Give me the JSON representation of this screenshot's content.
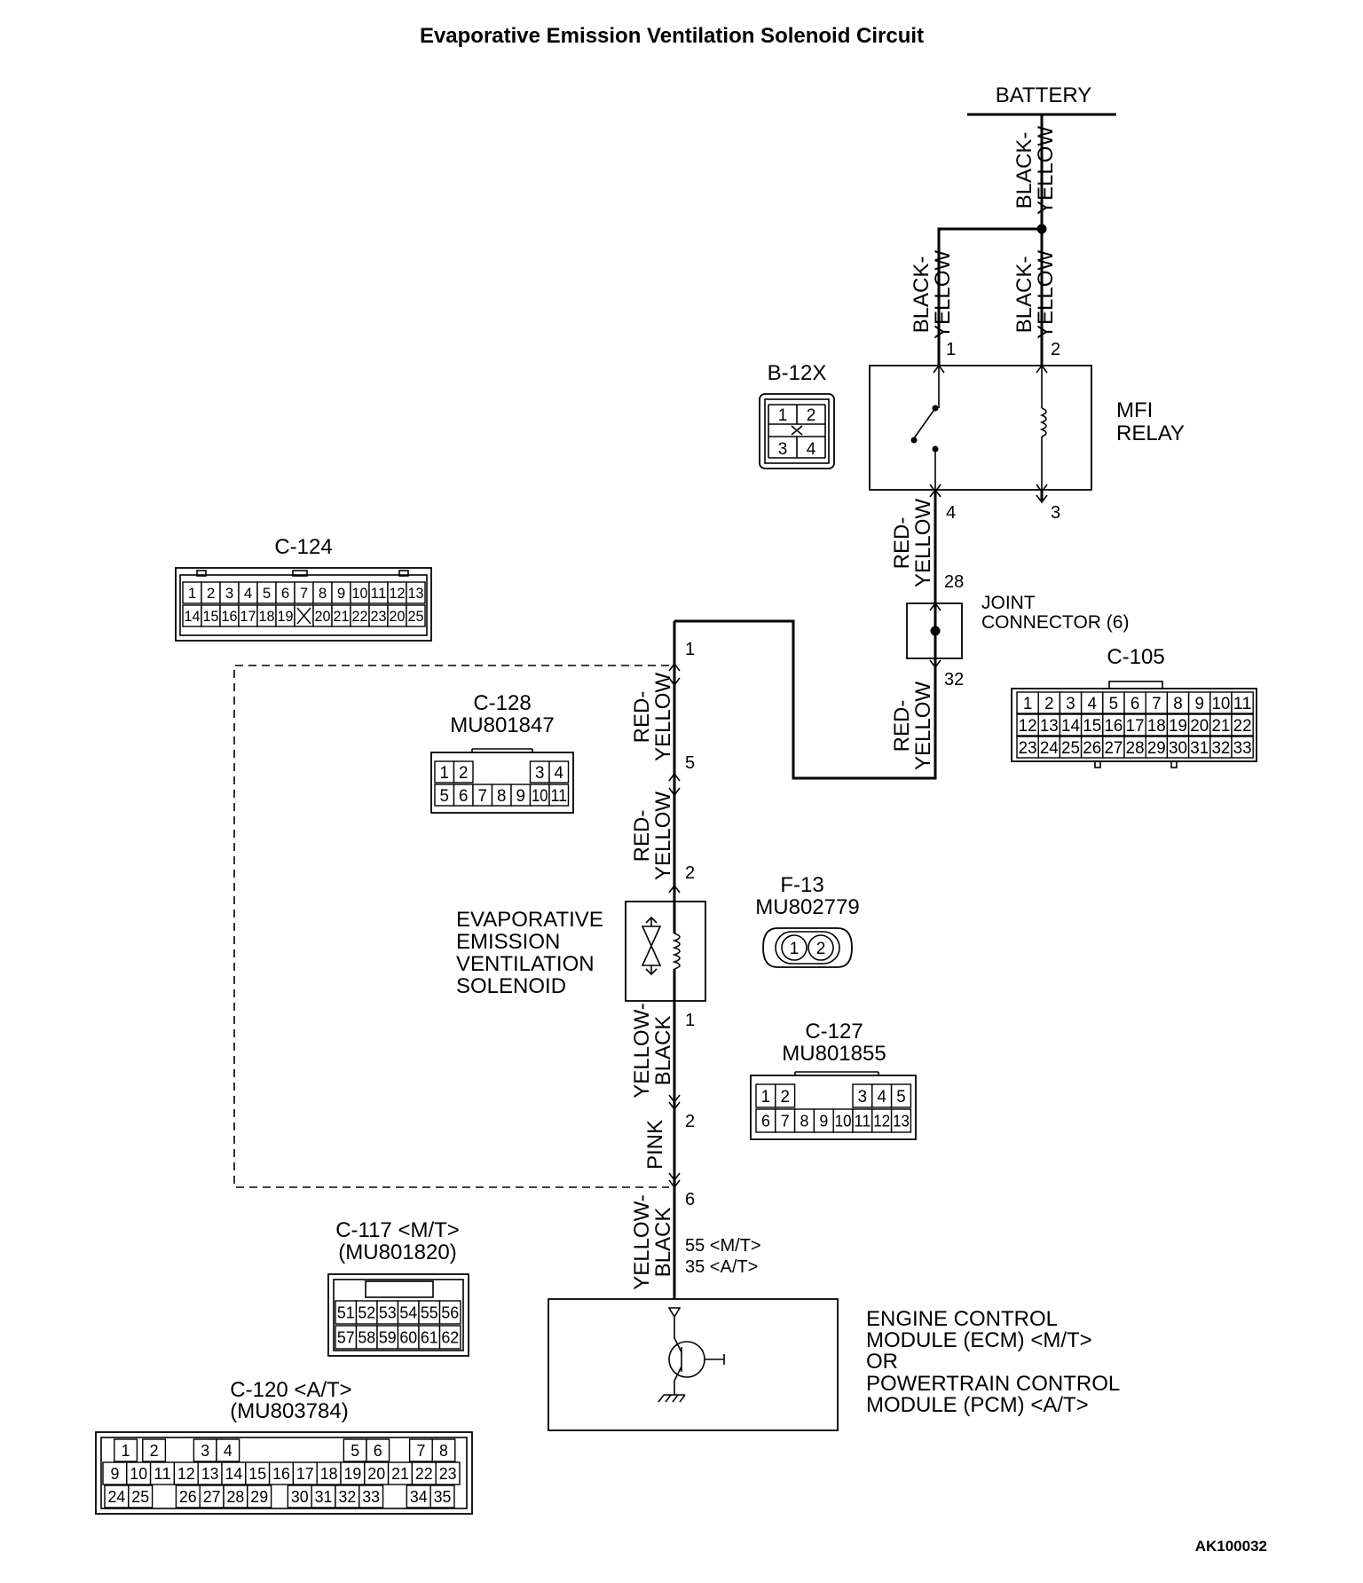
{
  "title": "Evaporative Emission Ventilation Solenoid Circuit",
  "figure_code": "AK100032",
  "battery": {
    "label": "BATTERY"
  },
  "wire_colors": {
    "black_yellow": [
      "BLACK-",
      "YELLOW"
    ],
    "red_yellow": [
      "RED-",
      "YELLOW"
    ],
    "yellow_black": [
      "YELLOW-",
      "BLACK"
    ],
    "pink": "PINK"
  },
  "mfi_relay": {
    "label": [
      "MFI",
      "RELAY"
    ],
    "pins": {
      "p1": "1",
      "p2": "2",
      "p3": "3",
      "p4": "4"
    }
  },
  "joint_connector": {
    "label": [
      "JOINT",
      "CONNECTOR (6)"
    ],
    "pins": {
      "in": "28",
      "out": "32"
    }
  },
  "solenoid": {
    "label": [
      "EVAPORATIVE",
      "EMISSION",
      "VENTILATION",
      "SOLENOID"
    ],
    "pins": {
      "top": "2",
      "bottom": "1"
    }
  },
  "harness_pins": {
    "c128_top": "1",
    "c128_mid": "5",
    "c127": "2",
    "c117_120": "6",
    "ecm_mt": "55 <M/T>",
    "ecm_at": "35 <A/T>"
  },
  "ecm": {
    "label": [
      "ENGINE CONTROL",
      "MODULE (ECM) <M/T>",
      "OR",
      "POWERTRAIN CONTROL",
      "MODULE (PCM) <A/T>"
    ]
  },
  "connectors": {
    "b12x": {
      "name": "B-12X",
      "cells": [
        "1",
        "2",
        "3",
        "4"
      ]
    },
    "c124": {
      "name": "C-124",
      "row1": [
        "1",
        "2",
        "3",
        "4",
        "5",
        "6",
        "7",
        "8",
        "9",
        "10",
        "11",
        "12",
        "13"
      ],
      "row2": [
        "14",
        "15",
        "16",
        "17",
        "18",
        "19",
        "",
        "20",
        "21",
        "22",
        "23",
        "20",
        "25"
      ]
    },
    "c105": {
      "name": "C-105",
      "row1": [
        "1",
        "2",
        "3",
        "4",
        "5",
        "6",
        "7",
        "8",
        "9",
        "10",
        "11"
      ],
      "row2": [
        "12",
        "13",
        "14",
        "15",
        "16",
        "17",
        "18",
        "19",
        "20",
        "21",
        "22"
      ],
      "row3": [
        "23",
        "24",
        "25",
        "26",
        "27",
        "28",
        "29",
        "30",
        "31",
        "32",
        "33"
      ]
    },
    "c128": {
      "name": "C-128",
      "part": "MU801847",
      "row1": [
        "1",
        "2",
        "3",
        "4"
      ],
      "row2": [
        "5",
        "6",
        "7",
        "8",
        "9",
        "10",
        "11"
      ]
    },
    "f13": {
      "name": "F-13",
      "part": "MU802779",
      "cells": [
        "1",
        "2"
      ]
    },
    "c127": {
      "name": "C-127",
      "part": "MU801855",
      "row1": [
        "1",
        "2",
        "3",
        "4",
        "5"
      ],
      "row2": [
        "6",
        "7",
        "8",
        "9",
        "10",
        "11",
        "12",
        "13"
      ]
    },
    "c117": {
      "name": "C-117 <M/T>",
      "part": "(MU801820)",
      "row1": [
        "51",
        "52",
        "53",
        "54",
        "55",
        "56"
      ],
      "row2": [
        "57",
        "58",
        "59",
        "60",
        "61",
        "62"
      ]
    },
    "c120": {
      "name": "C-120 <A/T>",
      "part": "(MU803784)",
      "row1": [
        "1",
        "2",
        "3",
        "4",
        "5",
        "6",
        "7",
        "8"
      ],
      "row2": [
        "9",
        "10",
        "11",
        "12",
        "13",
        "14",
        "15",
        "16",
        "17",
        "18",
        "19",
        "20",
        "21",
        "22",
        "23"
      ],
      "row3": [
        "24",
        "25",
        "26",
        "27",
        "28",
        "29",
        "30",
        "31",
        "32",
        "33",
        "34",
        "35"
      ]
    }
  }
}
